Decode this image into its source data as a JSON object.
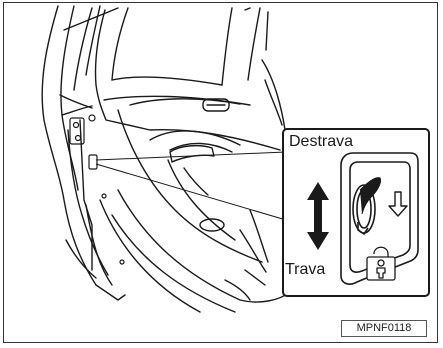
{
  "labels": {
    "unlock": "Destrava",
    "lock": "Trava"
  },
  "figure_code": "MPNF0118",
  "icons": [
    "open-rear-door-illustration",
    "child-lock-switch-icon",
    "double-arrow-icon",
    "down-arrow-icon",
    "child-lock-symbol-icon"
  ],
  "colors": {
    "line": "#1a1a1a",
    "grey_line": "#555555",
    "background": "#ffffff"
  }
}
